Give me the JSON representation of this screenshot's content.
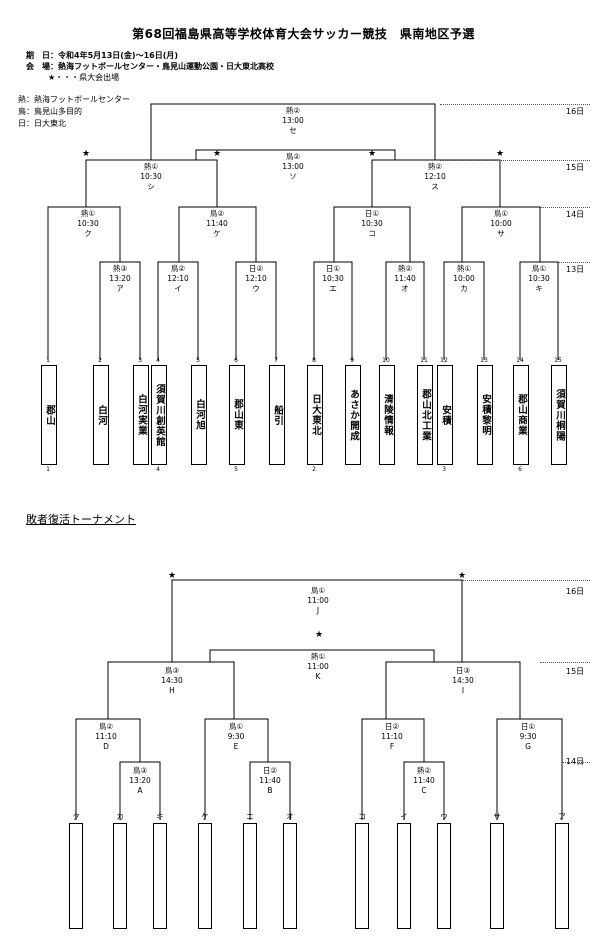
{
  "title": "第68回福島県高等学校体育大会サッカー競技　県南地区予選",
  "info": {
    "dates_label": "期　日：",
    "dates": "令和4年5月13日(金)～16日(月)",
    "venues_label": "会　場：",
    "venues": "熱海フットボールセンター・鳥見山運動公園・日大東北高校",
    "star_note": "★・・・県大会出場"
  },
  "legend": [
    "熱：熱海フットボールセンター",
    "鳥：鳥見山多目的",
    "日：日大東北"
  ],
  "days": [
    "16日",
    "15日",
    "14日",
    "13日"
  ],
  "star": "★",
  "main": {
    "matches": [
      {
        "v": "熱②",
        "t": "13:00",
        "k": "セ"
      },
      {
        "v": "鳥②",
        "t": "13:00",
        "k": "ソ"
      },
      {
        "v": "熱①",
        "t": "10:30",
        "k": "シ"
      },
      {
        "v": "熱②",
        "t": "12:10",
        "k": "ス"
      },
      {
        "v": "熱①",
        "t": "10:30",
        "k": "ク"
      },
      {
        "v": "鳥②",
        "t": "11:40",
        "k": "ケ"
      },
      {
        "v": "日①",
        "t": "10:30",
        "k": "コ"
      },
      {
        "v": "鳥①",
        "t": "10:00",
        "k": "サ"
      },
      {
        "v": "熱③",
        "t": "13:20",
        "k": "ア"
      },
      {
        "v": "鳥②",
        "t": "12:10",
        "k": "イ"
      },
      {
        "v": "日②",
        "t": "12:10",
        "k": "ウ"
      },
      {
        "v": "日①",
        "t": "10:30",
        "k": "エ"
      },
      {
        "v": "熱②",
        "t": "11:40",
        "k": "オ"
      },
      {
        "v": "熱①",
        "t": "10:00",
        "k": "カ"
      },
      {
        "v": "鳥①",
        "t": "10:30",
        "k": "キ"
      }
    ],
    "teams": [
      {
        "n": "1",
        "name": "郡山",
        "seed": "1"
      },
      {
        "n": "2",
        "name": "白河",
        "seed": ""
      },
      {
        "n": "3",
        "name": "白河実業",
        "seed": ""
      },
      {
        "n": "4",
        "name": "須賀川創英館",
        "seed": "4"
      },
      {
        "n": "5",
        "name": "白河旭",
        "seed": ""
      },
      {
        "n": "6",
        "name": "郡山東",
        "seed": "5"
      },
      {
        "n": "7",
        "name": "船引",
        "seed": ""
      },
      {
        "n": "8",
        "name": "日大東北",
        "seed": "2"
      },
      {
        "n": "9",
        "name": "あさか開成",
        "seed": ""
      },
      {
        "n": "10",
        "name": "清陵情報",
        "seed": ""
      },
      {
        "n": "11",
        "name": "郡山北工業",
        "seed": ""
      },
      {
        "n": "12",
        "name": "安積",
        "seed": "3"
      },
      {
        "n": "13",
        "name": "安積黎明",
        "seed": ""
      },
      {
        "n": "14",
        "name": "郡山商業",
        "seed": "6"
      },
      {
        "n": "15",
        "name": "須賀川桐陽",
        "seed": ""
      }
    ]
  },
  "consolation": {
    "title": "敗者復活トーナメント",
    "days": [
      "16日",
      "15日",
      "14日"
    ],
    "matches": [
      {
        "v": "鳥①",
        "t": "11:00",
        "k": "J"
      },
      {
        "v": "熱①",
        "t": "11:00",
        "k": "K"
      },
      {
        "v": "鳥③",
        "t": "14:30",
        "k": "H"
      },
      {
        "v": "日③",
        "t": "14:30",
        "k": "I"
      },
      {
        "v": "鳥②",
        "t": "11:10",
        "k": "D"
      },
      {
        "v": "鳥①",
        "t": "9:30",
        "k": "E"
      },
      {
        "v": "日②",
        "t": "11:10",
        "k": "F"
      },
      {
        "v": "日①",
        "t": "9:30",
        "k": "G"
      },
      {
        "v": "鳥③",
        "t": "13:20",
        "k": "A"
      },
      {
        "v": "日②",
        "t": "11:40",
        "k": "B"
      },
      {
        "v": "熱②",
        "t": "11:40",
        "k": "C"
      }
    ],
    "slots": [
      "ク",
      "カ",
      "キ",
      "ケ",
      "エ",
      "オ",
      "コ",
      "イ",
      "ウ",
      "サ",
      "ア"
    ]
  }
}
